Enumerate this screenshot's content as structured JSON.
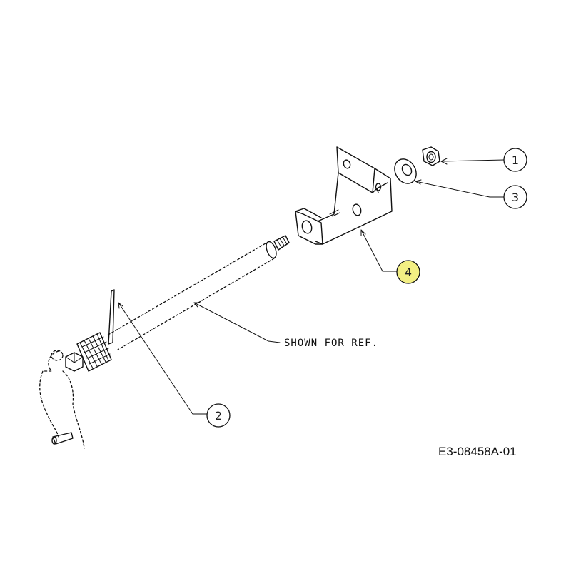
{
  "callouts": {
    "c1": "1",
    "c2": "2",
    "c3": "3",
    "c4": "4"
  },
  "note_label": "SHOWN FOR REF.",
  "drawing_code": "E3-08458A-01",
  "highlight_color": "#f3ef83",
  "line_color": "#111111"
}
